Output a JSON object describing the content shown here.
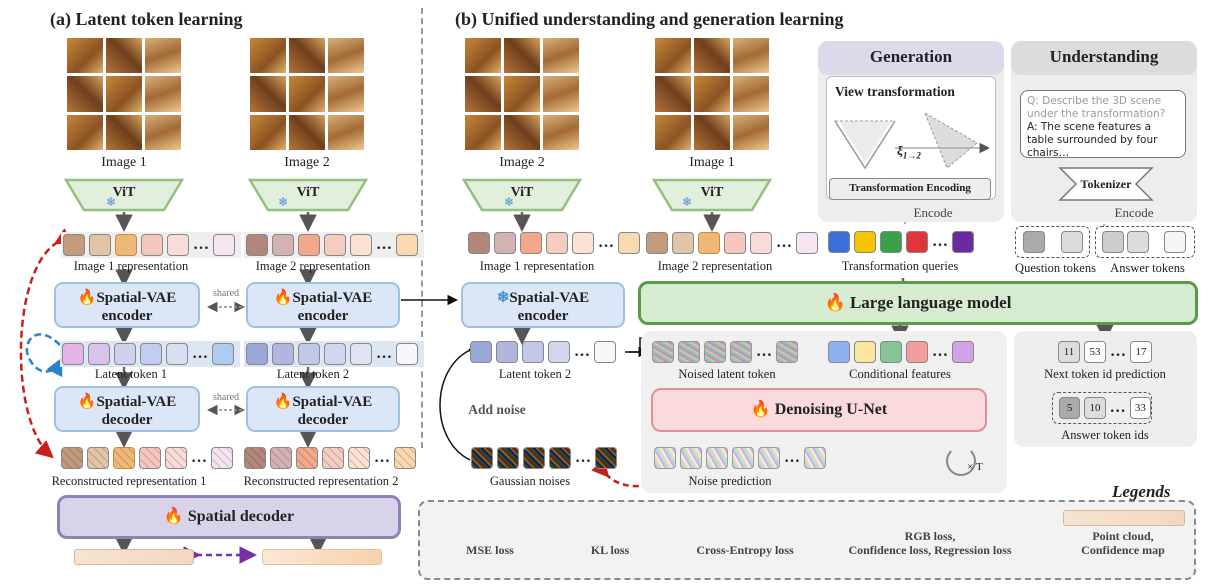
{
  "left_title": "(a) Latent token learning",
  "right_title": "(b) Unified understanding and generation learning",
  "left": {
    "image1_label": "Image 1",
    "image2_label": "Image 2",
    "vit_label": "ViT",
    "img1_repr": "Image 1 representation",
    "img2_repr": "Image 2 representation",
    "vae_encoder_line1": "Spatial-VAE",
    "vae_encoder_line2": "encoder",
    "vae_decoder_line1": "Spatial-VAE",
    "vae_decoder_line2": "decoder",
    "shared": "shared",
    "latent1": "Latent token 1",
    "latent2": "Latent token 2",
    "recon1": "Reconstructed representation 1",
    "recon2": "Reconstructed representation 2",
    "spatial_decoder": "Spatial decoder"
  },
  "right": {
    "image2_label": "Image 2",
    "image1_label": "Image 1",
    "vit_label": "ViT",
    "img1_repr": "Image 1 representation",
    "img2_repr": "Image 2 representation",
    "vae_line1": "Spatial-VAE",
    "vae_line2": "encoder",
    "latent2": "Latent token 2",
    "add_noise": "Add noise",
    "gaussian": "Gaussian noises",
    "noised_latent": "Noised latent token",
    "cond_features": "Conditional features",
    "unet": "Denoising U-Net",
    "noise_pred": "Noise prediction",
    "times_t": "× T",
    "llm": "Large language model",
    "generation": "Generation",
    "understanding": "Understanding",
    "view_transform": "View transformation",
    "xi_label": "ξ",
    "xi_sub": "1→2",
    "transform_enc": "Transformation Encoding",
    "encode": "Encode",
    "transform_queries": "Transformation queries",
    "qa_q": "Q: Describe the 3D scene under the transformation?",
    "qa_a": "A: The scene features a table surrounded by four chairs…",
    "tokenizer": "Tokenizer",
    "question_tokens": "Question tokens",
    "answer_tokens": "Answer tokens",
    "next_ids": [
      "11",
      "53",
      "17"
    ],
    "next_token": "Next token id prediction",
    "answer_ids": [
      "5",
      "10",
      "33"
    ],
    "answer_token_ids": "Answer token ids"
  },
  "legend": {
    "title": "Legends",
    "mse": "MSE loss",
    "kl": "KL loss",
    "ce": "Cross-Entropy loss",
    "rgb_line1": "RGB loss,",
    "rgb_line2": "Confidence loss, Regression loss",
    "pc_line1": "Point cloud,",
    "pc_line2": "Confidence map"
  },
  "colors": {
    "mse": "#c81e1e",
    "kl": "#2a7fcf",
    "ce": "#c9921a",
    "rgb": "#7a2ea8",
    "llm_fill": "#d5ecd0",
    "llm_border": "#5a9a4a",
    "unet_fill": "#fadadd",
    "unet_border": "#e58d96",
    "decoder_fill": "#d9d3ea",
    "decoder_border": "#8e82b8"
  }
}
